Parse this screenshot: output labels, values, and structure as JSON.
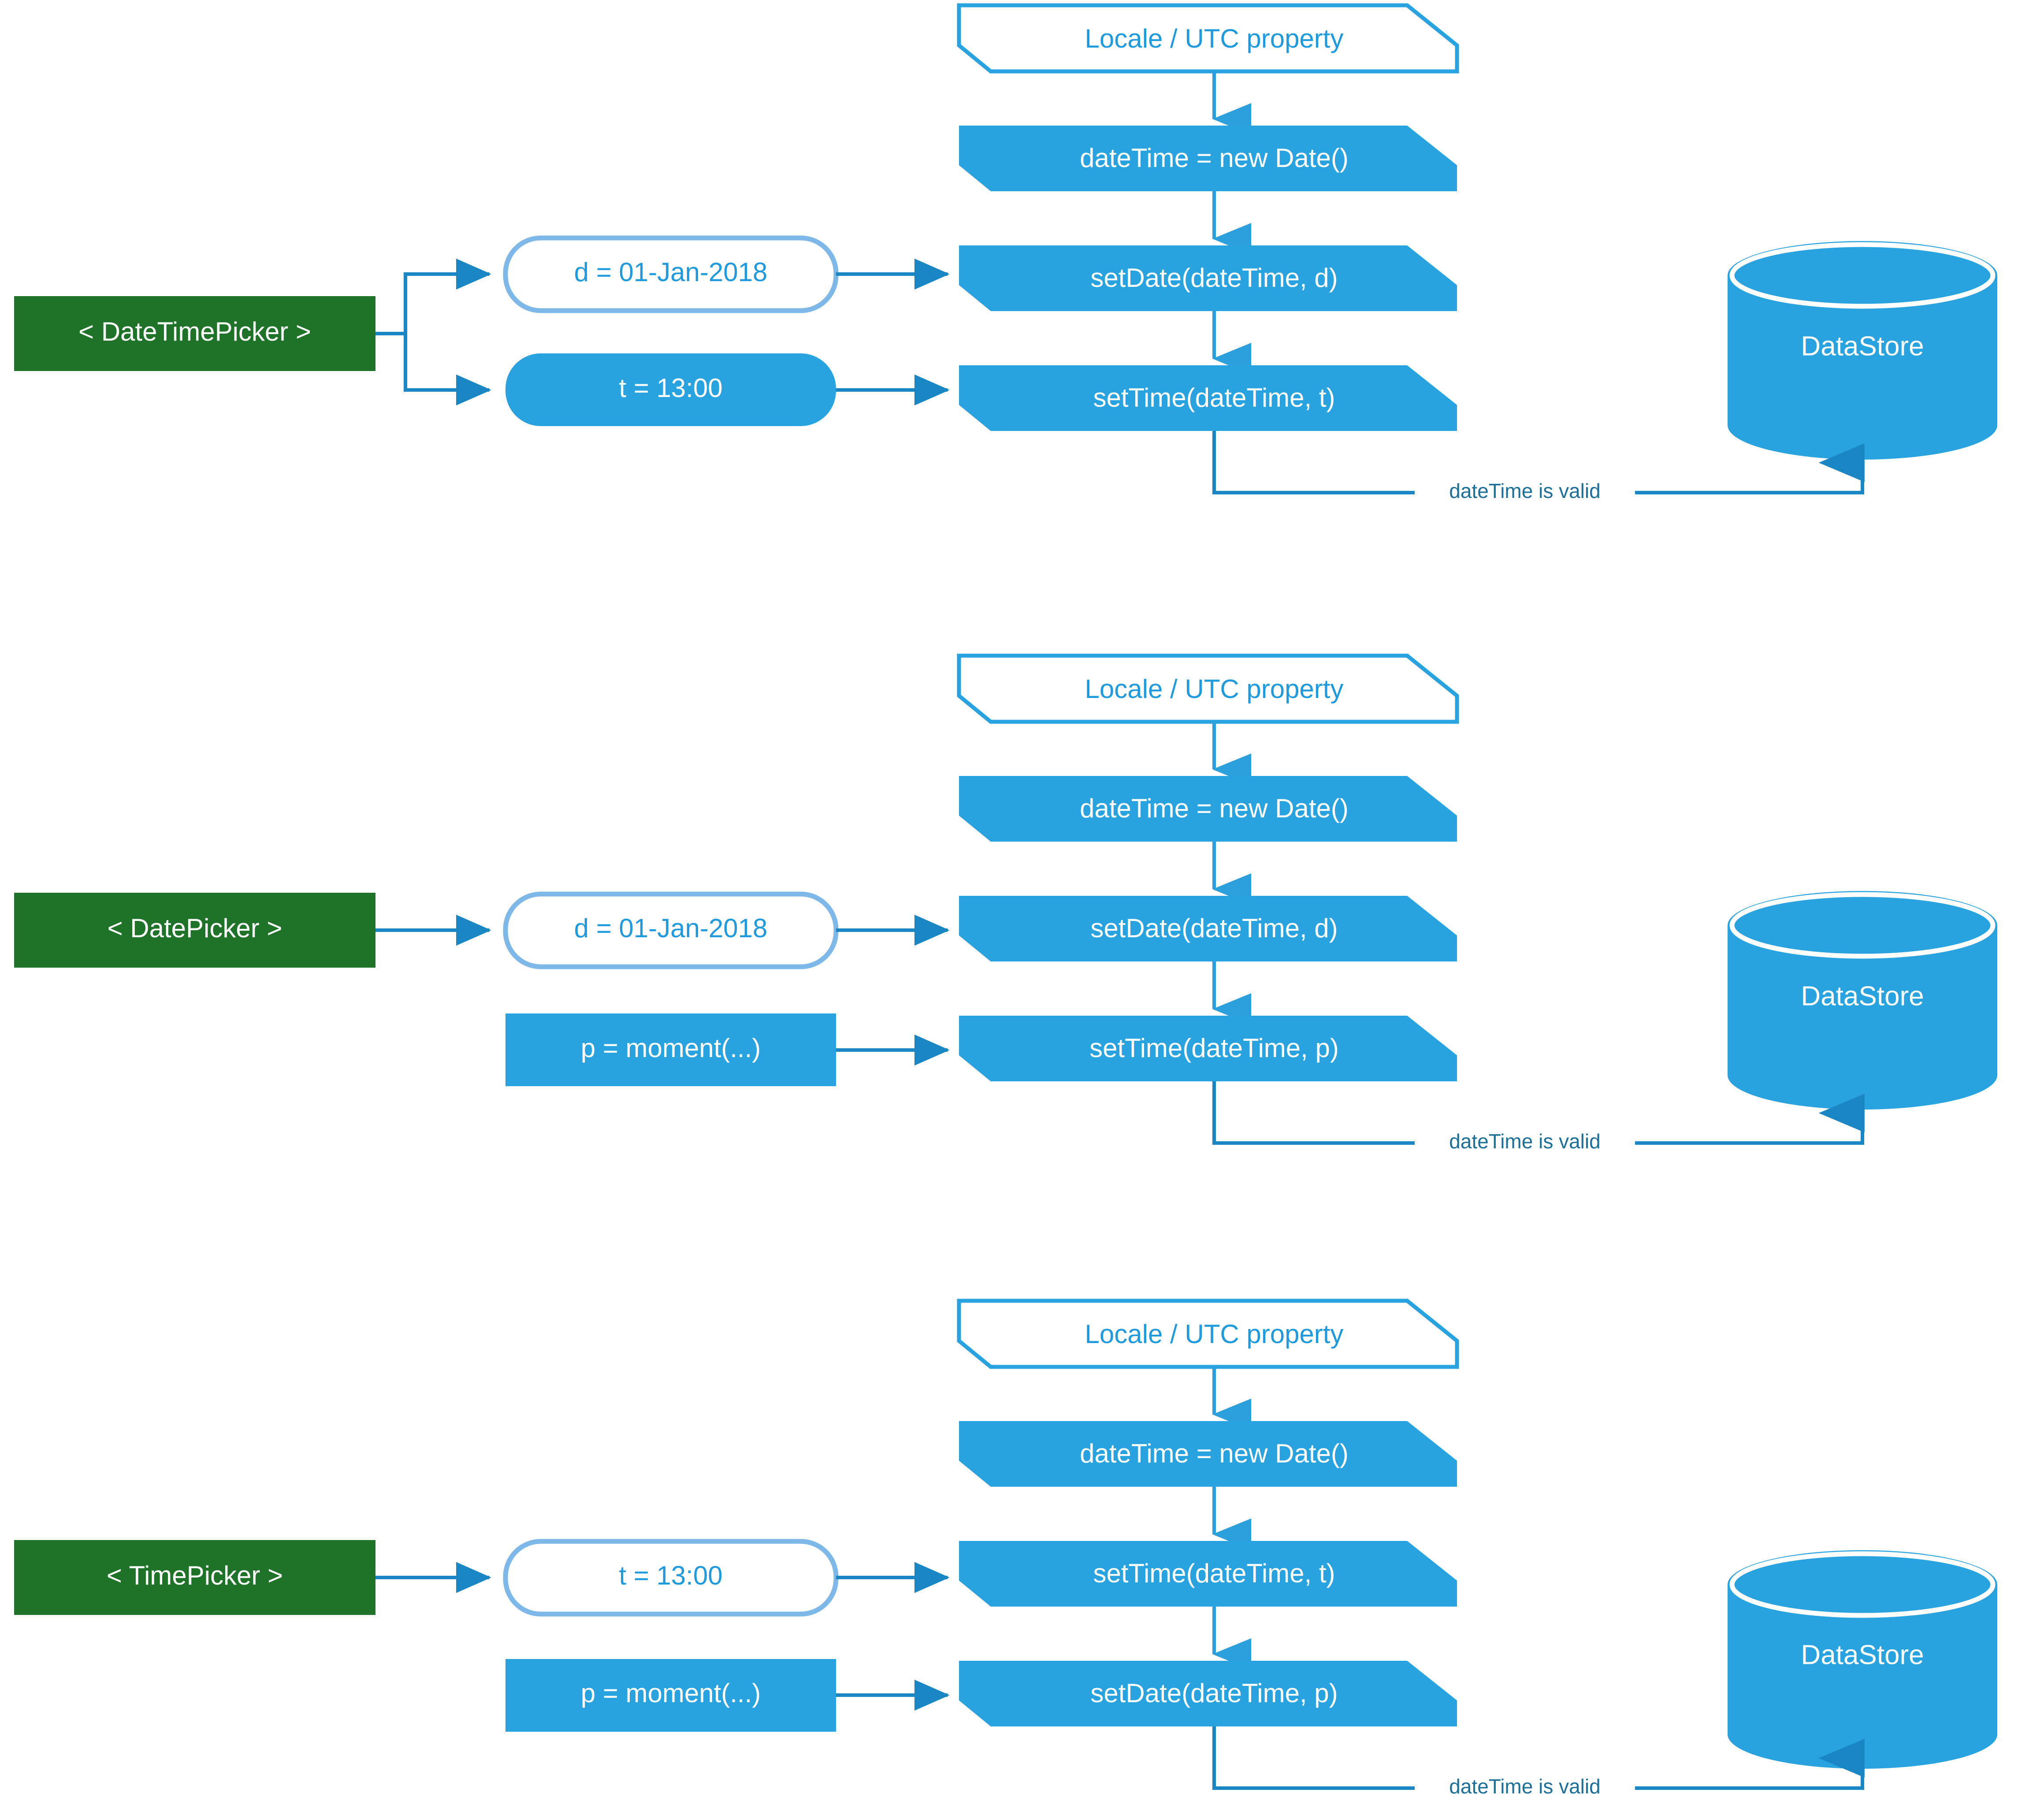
{
  "theme": {
    "accent_blue": "#29a3e0",
    "accent_blue_dark": "#1b86c4",
    "outline_blue": "#7db8e8",
    "label_blue": "#1b6f99",
    "text_blue": "#1f9bdd",
    "green": "#1e7328",
    "white": "#ffffff",
    "background": "#ffffff"
  },
  "diagram": {
    "type": "flowchart",
    "title": "",
    "sections": [
      {
        "id": "datetimepicker-flow",
        "source": {
          "label": "< DateTimePicker >",
          "shape": "rectangle",
          "fill": "green"
        },
        "inputs": [
          {
            "label": "d = 01-Jan-2018",
            "shape": "rounded-outline",
            "has_incoming_arrow": true
          },
          {
            "label": "t = 13:00",
            "shape": "rounded-filled",
            "has_incoming_arrow": true
          }
        ],
        "property": {
          "label": "Locale / UTC property",
          "shape": "hexagon-outline"
        },
        "steps": [
          {
            "label": "dateTime = new Date()",
            "shape": "hexagon-filled"
          },
          {
            "label": "setDate(dateTime, d)",
            "shape": "hexagon-filled"
          },
          {
            "label": "setTime(dateTime, t)",
            "shape": "hexagon-filled"
          }
        ],
        "edge_label": "dateTime is valid",
        "store": {
          "label": "DataStore",
          "shape": "cylinder"
        }
      },
      {
        "id": "datepicker-flow",
        "source": {
          "label": "< DatePicker >",
          "shape": "rectangle",
          "fill": "green"
        },
        "inputs": [
          {
            "label": "d = 01-Jan-2018",
            "shape": "rounded-outline",
            "has_incoming_arrow": true
          },
          {
            "label": "p = moment(...)",
            "shape": "square-filled",
            "has_incoming_arrow": false
          }
        ],
        "property": {
          "label": "Locale / UTC property",
          "shape": "hexagon-outline"
        },
        "steps": [
          {
            "label": "dateTime = new Date()",
            "shape": "hexagon-filled"
          },
          {
            "label": "setDate(dateTime, d)",
            "shape": "hexagon-filled"
          },
          {
            "label": "setTime(dateTime, p)",
            "shape": "hexagon-filled"
          }
        ],
        "edge_label": "dateTime is valid",
        "store": {
          "label": "DataStore",
          "shape": "cylinder"
        }
      },
      {
        "id": "timepicker-flow",
        "source": {
          "label": "< TimePicker >",
          "shape": "rectangle",
          "fill": "green"
        },
        "inputs": [
          {
            "label": "t = 13:00",
            "shape": "rounded-outline",
            "has_incoming_arrow": true
          },
          {
            "label": "p = moment(...)",
            "shape": "square-filled",
            "has_incoming_arrow": false
          }
        ],
        "property": {
          "label": "Locale / UTC property",
          "shape": "hexagon-outline"
        },
        "steps": [
          {
            "label": "dateTime = new Date()",
            "shape": "hexagon-filled"
          },
          {
            "label": "setTime(dateTime, t)",
            "shape": "hexagon-filled"
          },
          {
            "label": "setDate(dateTime, p)",
            "shape": "hexagon-filled"
          }
        ],
        "edge_label": "dateTime is valid",
        "store": {
          "label": "DataStore",
          "shape": "cylinder"
        }
      }
    ]
  }
}
